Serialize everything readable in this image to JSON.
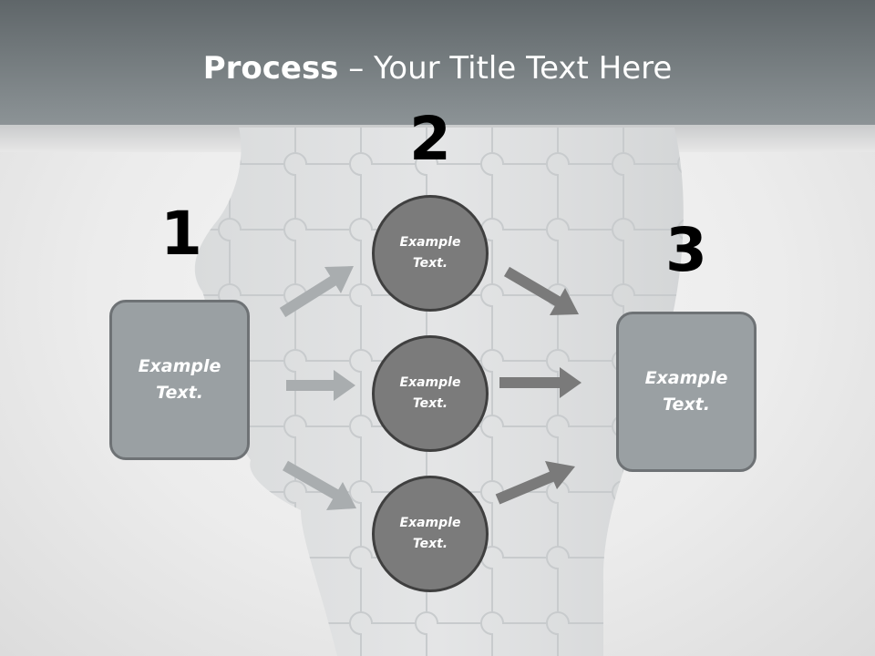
{
  "slide": {
    "title_bold": "Process",
    "title_rest": " – Your Title Text Here"
  },
  "steps": [
    {
      "number": "1",
      "box_text": "Example\nText."
    },
    {
      "number": "2",
      "circles": [
        "Example\nText.",
        "Example\nText.",
        "Example\nText."
      ]
    },
    {
      "number": "3",
      "box_text": "Example\nText."
    }
  ],
  "colors": {
    "header": "#7b8285",
    "box_fill": "#9aa0a3",
    "circle_fill": "#7b7b7b",
    "arrow_light": "#a9adaf",
    "arrow_dark": "#7a7a7a"
  }
}
